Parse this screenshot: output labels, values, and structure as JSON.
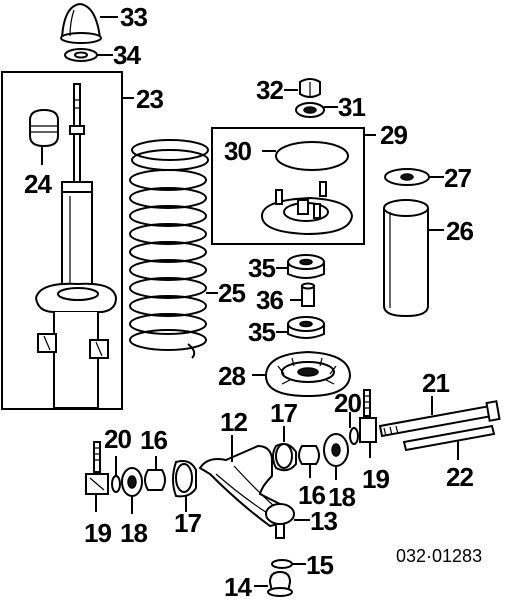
{
  "diagram": {
    "code": "032·01283",
    "callouts": {
      "p33": "33",
      "p34": "34",
      "p23": "23",
      "p24": "24",
      "p25": "25",
      "p32": "32",
      "p31": "31",
      "p30": "30",
      "p29": "29",
      "p27": "27",
      "p26": "26",
      "p35a": "35",
      "p36": "36",
      "p35b": "35",
      "p28": "28",
      "p21": "21",
      "p22": "22",
      "p12": "12",
      "p17a": "17",
      "p20a": "20",
      "p16a": "16",
      "p20b": "20",
      "p19a": "19",
      "p18a": "18",
      "p17b": "17",
      "p16b": "16",
      "p18b": "18",
      "p19b": "19",
      "p13": "13",
      "p15": "15",
      "p14": "14"
    }
  }
}
